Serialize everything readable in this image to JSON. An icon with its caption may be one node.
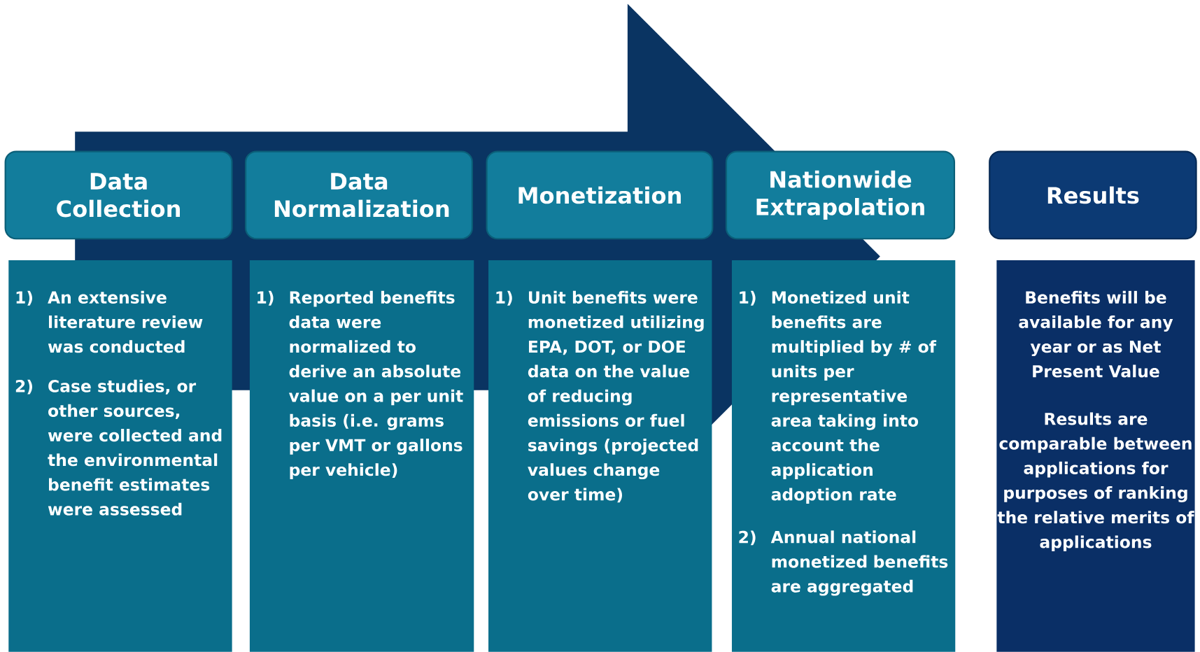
{
  "diagram": {
    "nodes": [
      {
        "text": [
          "Data Collection"
        ]
      },
      {
        "text": [
          "Data Normalization"
        ]
      },
      {
        "text": [
          "Monetization"
        ]
      },
      {
        "text": [
          "Nationwide Extrapolation"
        ]
      },
      {
        "text": [
          "Results"
        ]
      },
      {
        "text": [
          "1)",
          "An extensive literature review was conducted",
          "2)",
          "Case studies, or other sources, were collected and the environmental benefit estimates were assessed"
        ]
      },
      {
        "text": [
          "1)",
          "Reported benefits data were normalized to derive an absolute value on a per unit basis (i.e. grams per VMT or gallons per vehicle)"
        ]
      },
      {
        "text": [
          "1)",
          "Unit benefits were monetized utilizing EPA, DOT, or DOE data on the value of reducing emissions or fuel savings (projected values change over time)"
        ]
      },
      {
        "text": [
          "1)",
          "Monetized unit benefits are multiplied by # of units per representative area taking into account the application adoption rate",
          "2)",
          "Annual national monetized benefits are aggregated"
        ]
      },
      {
        "text": [
          "Benefits will be available for any year or as Net Present Value",
          "Results are comparable between applications for purposes of ranking the relative merits of applications"
        ]
      }
    ],
    "edges": [
      {
        "from": 5,
        "to": 8,
        "arrow": "to",
        "style": "thick"
      }
    ]
  }
}
